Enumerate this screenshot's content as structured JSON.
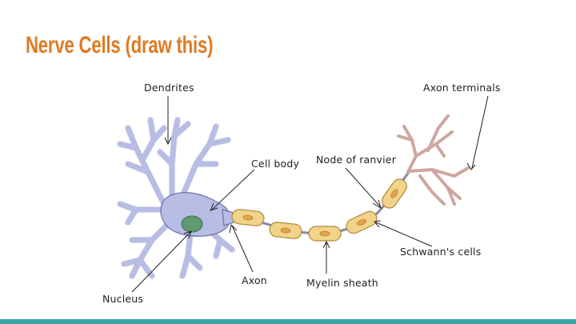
{
  "slide": {
    "title": "Nerve Cells (draw this)"
  },
  "diagram": {
    "labels": {
      "dendrites": "Dendrites",
      "axon_terminals": "Axon terminals",
      "cell_body": "Cell body",
      "node_of_ranvier": "Node of ranvier",
      "schwanns_cells": "Schwann's cells",
      "axon": "Axon",
      "myelin_sheath": "Myelin sheath",
      "nucleus": "Nucleus"
    }
  },
  "colors": {
    "title": "#e07a22",
    "bottom_bar": "#3aa6a6",
    "cell_body_fill": "#b8bde6",
    "cell_body_stroke": "#6a6fa8",
    "nucleus_fill": "#5e9a72",
    "myelin_fill": "#f2d38a",
    "myelin_stroke": "#b08a3a",
    "myelin_inner": "#e8a24a",
    "terminals_fill": "#cfa6a0",
    "axon_line": "#8a8aa0"
  }
}
